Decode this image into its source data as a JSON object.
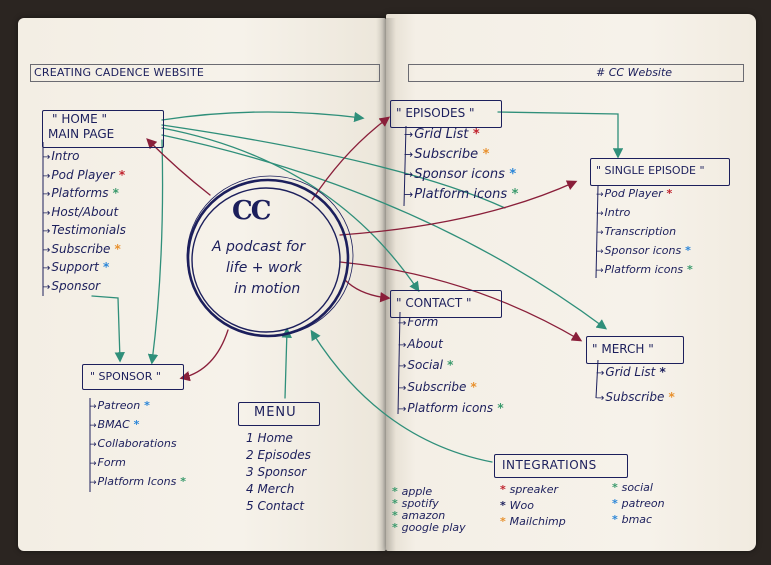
{
  "left_header": "CREATING CADENCE WEBSITE",
  "right_header": "# CC Website",
  "logo": "CC",
  "center_lines": [
    "A podcast for",
    "life + work",
    "in motion"
  ],
  "home": {
    "title_1": "\" HOME \"",
    "title_2": "MAIN PAGE",
    "items": [
      {
        "text": "Intro",
        "star": ""
      },
      {
        "text": "Pod Player",
        "star": "red"
      },
      {
        "text": "Platforms",
        "star": "green"
      },
      {
        "text": "Host/About",
        "star": ""
      },
      {
        "text": "Testimonials",
        "star": ""
      },
      {
        "text": "Subscribe",
        "star": "orange"
      },
      {
        "text": "Support",
        "star": "blue"
      },
      {
        "text": "Sponsor",
        "star": ""
      }
    ]
  },
  "sponsor": {
    "title": "\" SPONSOR \"",
    "items": [
      {
        "text": "Patreon",
        "star": "blue"
      },
      {
        "text": "BMAC",
        "star": "blue"
      },
      {
        "text": "Collaborations",
        "star": ""
      },
      {
        "text": "Form",
        "star": ""
      },
      {
        "text": "Platform Icons",
        "star": "green"
      }
    ]
  },
  "menu": {
    "title": "MENU",
    "items": [
      "1  Home",
      "2  Episodes",
      "3  Sponsor",
      "4  Merch",
      "5  Contact"
    ]
  },
  "episodes": {
    "title": "\" EPISODES \"",
    "items": [
      {
        "text": "Grid List",
        "star": "red"
      },
      {
        "text": "Subscribe",
        "star": "orange"
      },
      {
        "text": "Sponsor icons",
        "star": "blue"
      },
      {
        "text": "Platform icons",
        "star": "green"
      }
    ]
  },
  "single_episode": {
    "title": "\" SINGLE EPISODE \"",
    "items": [
      {
        "text": "Pod Player",
        "star": "red"
      },
      {
        "text": "Intro",
        "star": ""
      },
      {
        "text": "Transcription",
        "star": ""
      },
      {
        "text": "Sponsor icons",
        "star": "blue"
      },
      {
        "text": "Platform icons",
        "star": "green"
      }
    ]
  },
  "contact": {
    "title": "\" CONTACT \"",
    "items": [
      {
        "text": "Form",
        "star": ""
      },
      {
        "text": "About",
        "star": ""
      },
      {
        "text": "Social",
        "star": "green"
      },
      {
        "text": "Subscribe",
        "star": "orange"
      },
      {
        "text": "Platform icons",
        "star": "green"
      }
    ]
  },
  "merch": {
    "title": "\" MERCH \"",
    "items": [
      {
        "text": "Grid List",
        "star": "navy"
      },
      {
        "text": "Subscribe",
        "star": "orange"
      }
    ]
  },
  "integrations": {
    "title": "INTEGRATIONS",
    "col1": [
      {
        "text": "apple",
        "star": "green"
      },
      {
        "text": "spotify",
        "star": "green"
      },
      {
        "text": "amazon",
        "star": "green"
      },
      {
        "text": "google play",
        "star": "green"
      }
    ],
    "col2": [
      {
        "text": "spreaker",
        "star": "red"
      },
      {
        "text": "Woo",
        "star": "navy"
      },
      {
        "text": "Mailchimp",
        "star": "orange"
      }
    ],
    "col3": [
      {
        "text": "social",
        "star": "green"
      },
      {
        "text": "patreon",
        "star": "blue"
      },
      {
        "text": "bmac",
        "star": "blue"
      }
    ]
  },
  "colors": {
    "ink": "#1c1f5c",
    "red": "#c0242f",
    "orange": "#e8912e",
    "blue": "#2b86d8",
    "green": "#3a9a6c",
    "arrow_teal": "#2f8f7a",
    "arrow_maroon": "#8a1f3a",
    "paper": "#f4efe6",
    "background": "#2b2521"
  }
}
